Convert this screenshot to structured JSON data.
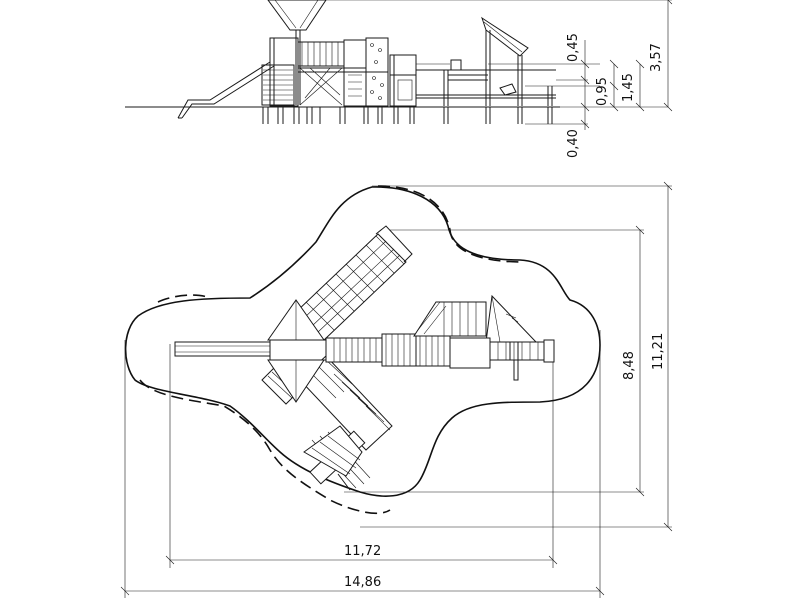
{
  "drawing": {
    "elevation_dimensions": {
      "roof_clearance": "0,45",
      "platform_height": "0,95",
      "deck_height": "1,45",
      "total_height": "3,57",
      "foundation_depth": "0,40"
    },
    "plan_dimensions": {
      "inner_width": "11,72",
      "outer_width": "14,86",
      "inner_depth": "8,48",
      "outer_depth": "11,21"
    }
  }
}
